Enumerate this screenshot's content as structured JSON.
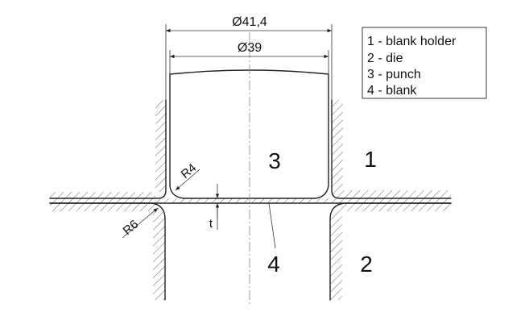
{
  "dimensions": {
    "outer_diameter": "Ø41,4",
    "inner_diameter": "Ø39",
    "punch_radius": "R4",
    "die_radius": "R6",
    "thickness": "t"
  },
  "part_numbers": {
    "blank_holder": "1",
    "die": "2",
    "punch": "3",
    "blank": "4"
  },
  "legend": {
    "items": [
      "1 - blank holder",
      "2 - die",
      "3 - punch",
      "4 - blank"
    ]
  }
}
